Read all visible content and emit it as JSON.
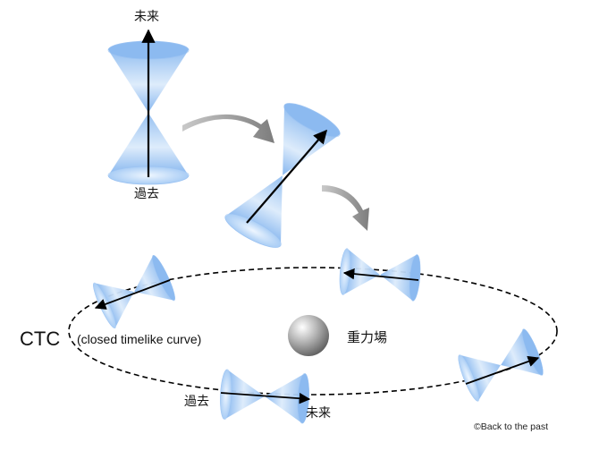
{
  "labels": {
    "future_top": "未来",
    "past_top": "過去",
    "ctc": "CTC",
    "ctc_full": "(closed timelike curve)",
    "gravity_field": "重力場",
    "past_bottom": "過去",
    "future_bottom": "未来",
    "credit": "©Back to the past"
  },
  "colors": {
    "cone_fill": "#9cc3f2",
    "cone_light": "#eaf3fd",
    "arrow_gray": "#8a8a8a",
    "line": "#000000"
  },
  "icons": {
    "curved_arrow": "gray-curved-arrow",
    "mass": "gray-sphere"
  }
}
